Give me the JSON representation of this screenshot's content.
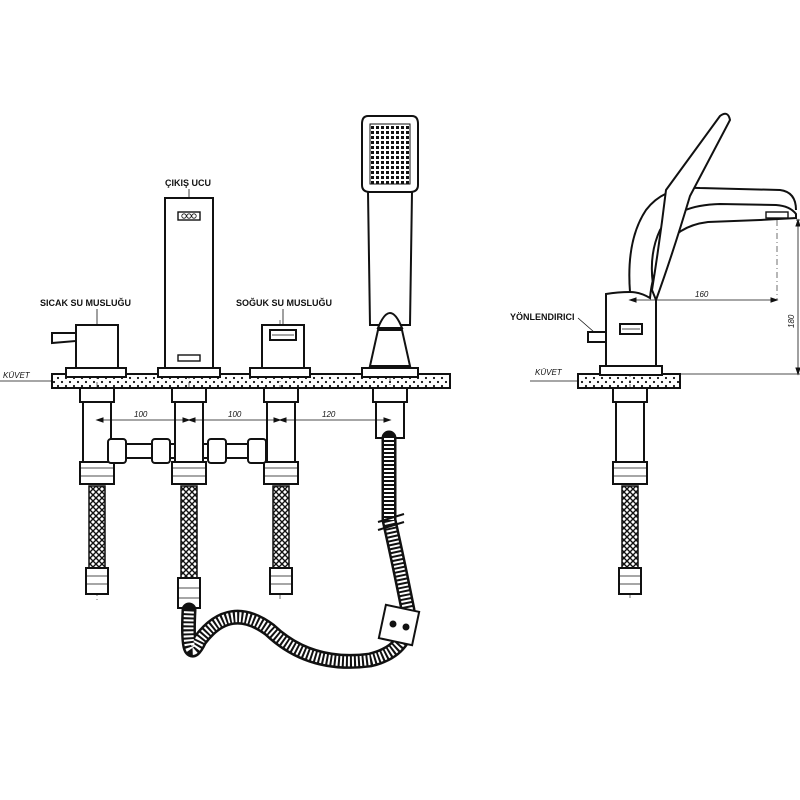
{
  "labels": {
    "cikis_ucu": "ÇIKIŞ UCU",
    "sicak_su": "SICAK SU MUSLUĞU",
    "soguk_su": "SOĞUK SU MUSLUĞU",
    "yonlendirici": "YÖNLENDIRICI",
    "kuvet_front": "KÜVET",
    "kuvet_side": "KÜVET"
  },
  "dimensions": {
    "spacing_1": "100",
    "spacing_2": "100",
    "spacing_3": "120",
    "spout_reach": "160",
    "spout_height": "180"
  },
  "colors": {
    "line": "#111111",
    "background": "#ffffff"
  }
}
